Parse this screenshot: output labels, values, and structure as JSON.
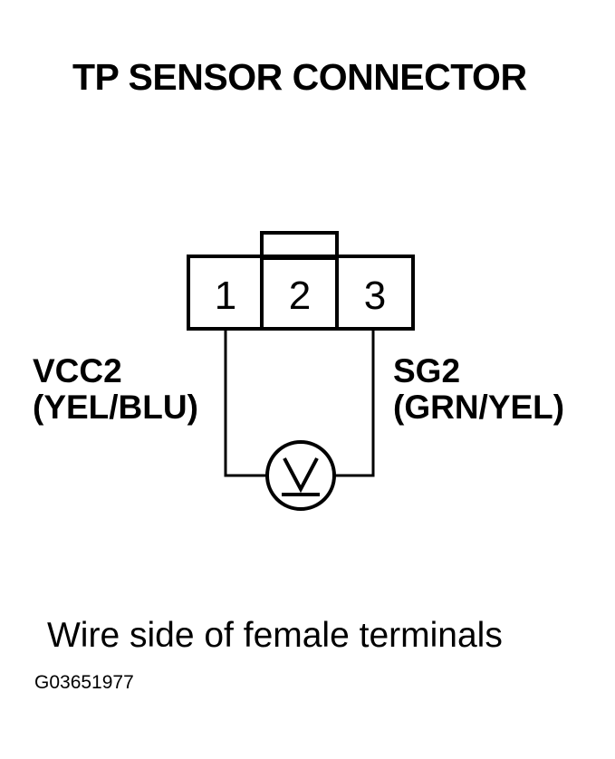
{
  "title": "TP SENSOR CONNECTOR",
  "connector": {
    "pins": [
      "1",
      "2",
      "3"
    ]
  },
  "wires": {
    "left": {
      "name": "VCC2",
      "color": "(YEL/BLU)"
    },
    "right": {
      "name": "SG2",
      "color": "(GRN/YEL)"
    }
  },
  "meter": {
    "symbol": "V"
  },
  "caption": "Wire side of female terminals",
  "figure_code": "G03651977"
}
